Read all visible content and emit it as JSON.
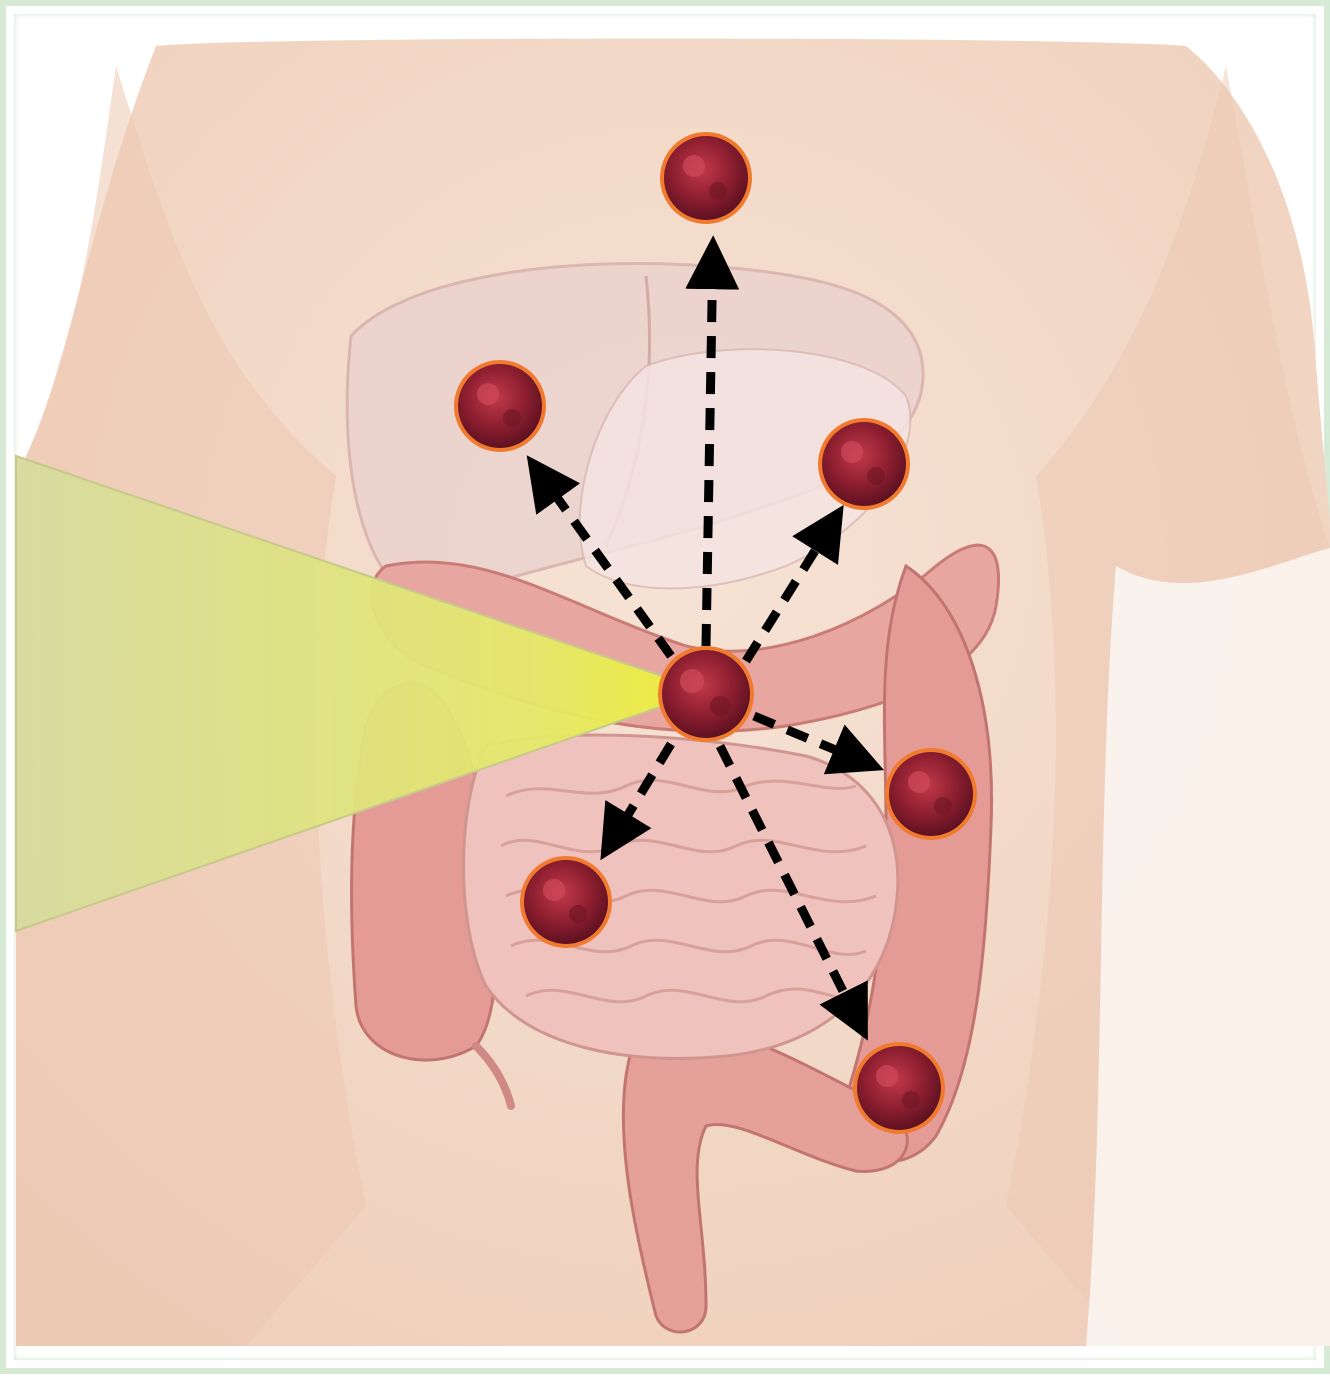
{
  "figure": {
    "subject": "metastasis-spread-abdomen",
    "colors": {
      "skin": "#f3dccb",
      "skin_shadow": "#e8c3ab",
      "liver": "#e9c9c4",
      "intestine": "#e7a9a3",
      "intestine_dark": "#cf7f7a",
      "colon": "#e4948c",
      "tumor": "#b8283a",
      "tumor_dark": "#6e1524",
      "tumor_rim": "#f07a2e",
      "arrow": "#000000",
      "highlight_wedge": "#e6ea6a"
    },
    "nodes": [
      {
        "id": "primary-tumor",
        "role": "origin"
      },
      {
        "id": "metastasis-top",
        "role": "target"
      },
      {
        "id": "metastasis-upper-left",
        "role": "target"
      },
      {
        "id": "metastasis-upper-right",
        "role": "target"
      },
      {
        "id": "metastasis-right",
        "role": "target"
      },
      {
        "id": "metastasis-lower-left",
        "role": "target"
      },
      {
        "id": "metastasis-lower-right",
        "role": "target"
      }
    ],
    "arrows": [
      {
        "from": "primary-tumor",
        "to": "metastasis-top"
      },
      {
        "from": "primary-tumor",
        "to": "metastasis-upper-left"
      },
      {
        "from": "primary-tumor",
        "to": "metastasis-upper-right"
      },
      {
        "from": "primary-tumor",
        "to": "metastasis-right"
      },
      {
        "from": "primary-tumor",
        "to": "metastasis-lower-left"
      },
      {
        "from": "primary-tumor",
        "to": "metastasis-lower-right"
      }
    ]
  }
}
